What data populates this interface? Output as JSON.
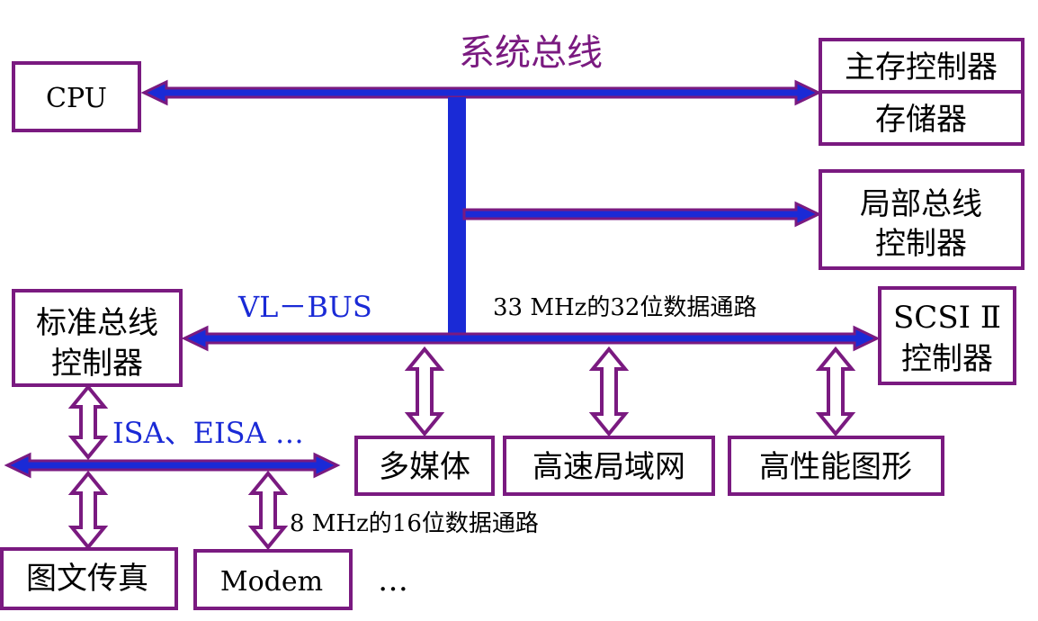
{
  "title": "系统总线",
  "boxes": {
    "cpu": "CPU",
    "main_memory_controller": "主存控制器",
    "memory": "存储器",
    "local_bus_controller": [
      "局部总线",
      "控制器"
    ],
    "standard_bus_controller": [
      "标准总线",
      "控制器"
    ],
    "scsi_controller": [
      "SCSI Ⅱ",
      "控制器"
    ],
    "multimedia": "多媒体",
    "high_speed_lan": "高速局域网",
    "high_performance_graphics": "高性能图形",
    "fax": "图文传真",
    "modem": "Modem"
  },
  "labels": {
    "vl_bus": "VL－BUS",
    "vl_bus_path": "33 MHz的32位数据通路",
    "isa_eisa": "ISA、EISA …",
    "isa_path": "8 MHz的16位数据通路",
    "ellipsis": "…"
  },
  "colors": {
    "border": "#7a1a80",
    "bus": "#1a2ad6",
    "title": "#7a1a80",
    "blue_text": "#1a2ad6"
  }
}
